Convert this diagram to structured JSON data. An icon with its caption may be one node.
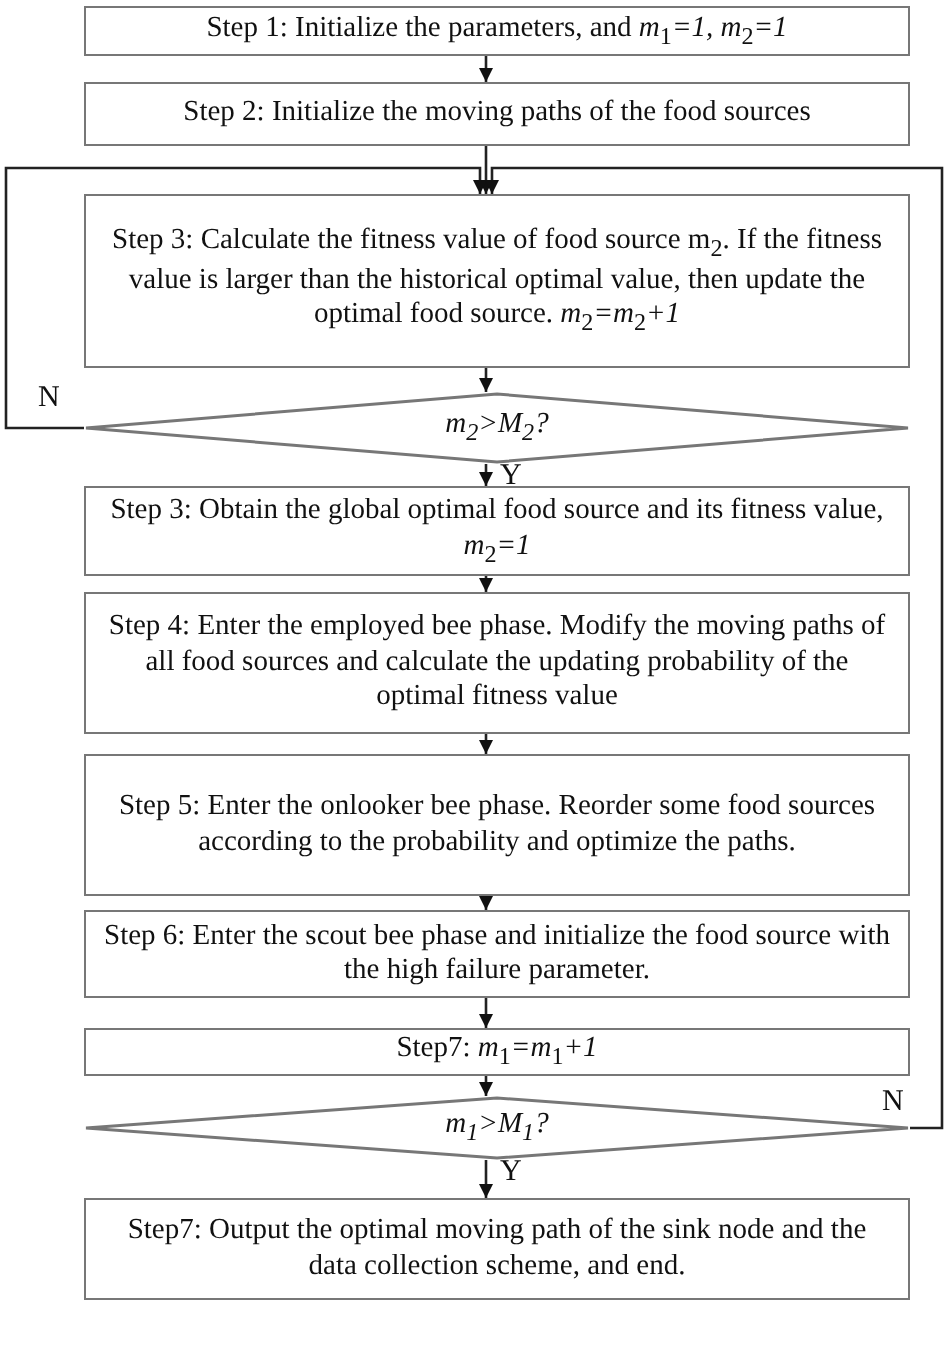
{
  "diagram": {
    "nodes": [
      {
        "text": [
          "Step 1: Initialize the parameters, and *m*$_{1}$*=1, m*$_{2}$*=1*"
        ]
      },
      {
        "text": [
          "Step 2: Initialize the moving paths of the food sources"
        ]
      },
      {
        "text": [
          "Step 3: Calculate the fitness value of food source m$_{2}$. If the fitness value is larger than the historical optimal value, then update the optimal food source. *m*$_{2}$*=m*$_{2}$*+1*"
        ]
      },
      {
        "text": [
          "m$_{2}$>M$_{2}$?"
        ]
      },
      {
        "text": [
          "Step 3: Obtain the global optimal food source and its fitness value, *m*$_{2}$*=1*"
        ]
      },
      {
        "text": [
          "Step 4: Enter the employed bee phase. Modify the moving paths of all food sources and calculate the updating probability of the optimal fitness value"
        ]
      },
      {
        "text": [
          "Step 5: Enter the onlooker bee phase. Reorder some food sources according to the probability and optimize the paths."
        ]
      },
      {
        "text": [
          "Step 6: Enter the scout bee phase and initialize the food source with the high failure parameter."
        ]
      },
      {
        "text": [
          "Step7: *m*$_{1}$*=m*$_{1}$*+1*"
        ]
      },
      {
        "text": [
          "m$_{1}$>M$_{1}$?"
        ]
      },
      {
        "text": [
          "Step7: Output the optimal moving path of the sink node and the data collection scheme, and end."
        ]
      }
    ],
    "edges": [
      {
        "from": 0,
        "to": 1,
        "arrow": "to"
      },
      {
        "from": 1,
        "to": 2,
        "arrow": "to"
      },
      {
        "from": 2,
        "to": 3,
        "arrow": "to"
      },
      {
        "from": 3,
        "to": 4,
        "arrow": "to",
        "label": "Y"
      },
      {
        "from": 4,
        "to": 5,
        "arrow": "to"
      },
      {
        "from": 5,
        "to": 6,
        "arrow": "to"
      },
      {
        "from": 6,
        "to": 7,
        "arrow": "to"
      },
      {
        "from": 7,
        "to": 8,
        "arrow": "to"
      },
      {
        "from": 8,
        "to": 9,
        "arrow": "to"
      },
      {
        "from": 9,
        "to": 10,
        "arrow": "to",
        "label": "Y"
      },
      {
        "from": 3,
        "to": 2,
        "arrow": "to",
        "label": "N"
      },
      {
        "from": 9,
        "to": 2,
        "arrow": "to",
        "label": "N"
      }
    ]
  }
}
